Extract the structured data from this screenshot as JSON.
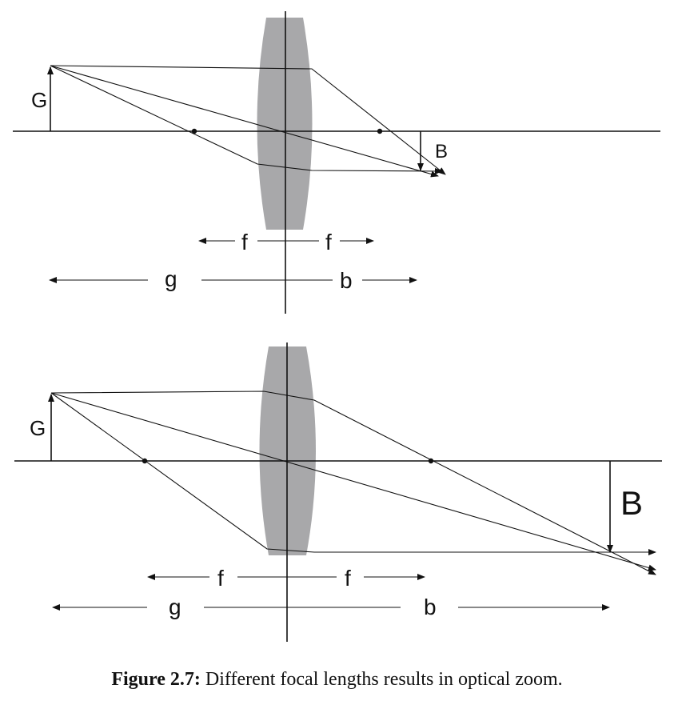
{
  "diagrams": [
    {
      "object_label": "G",
      "image_label": "B",
      "focal_label_left": "f",
      "focal_label_right": "f",
      "object_distance_label": "g",
      "image_distance_label": "b"
    },
    {
      "object_label": "G",
      "image_label": "B",
      "focal_label_left": "f",
      "focal_label_right": "f",
      "object_distance_label": "g",
      "image_distance_label": "b"
    }
  ],
  "caption": {
    "label": "Figure 2.7:",
    "text": " Different focal lengths results in optical zoom."
  },
  "colors": {
    "lens_fill": "#a8a8aa",
    "line": "#111111"
  }
}
